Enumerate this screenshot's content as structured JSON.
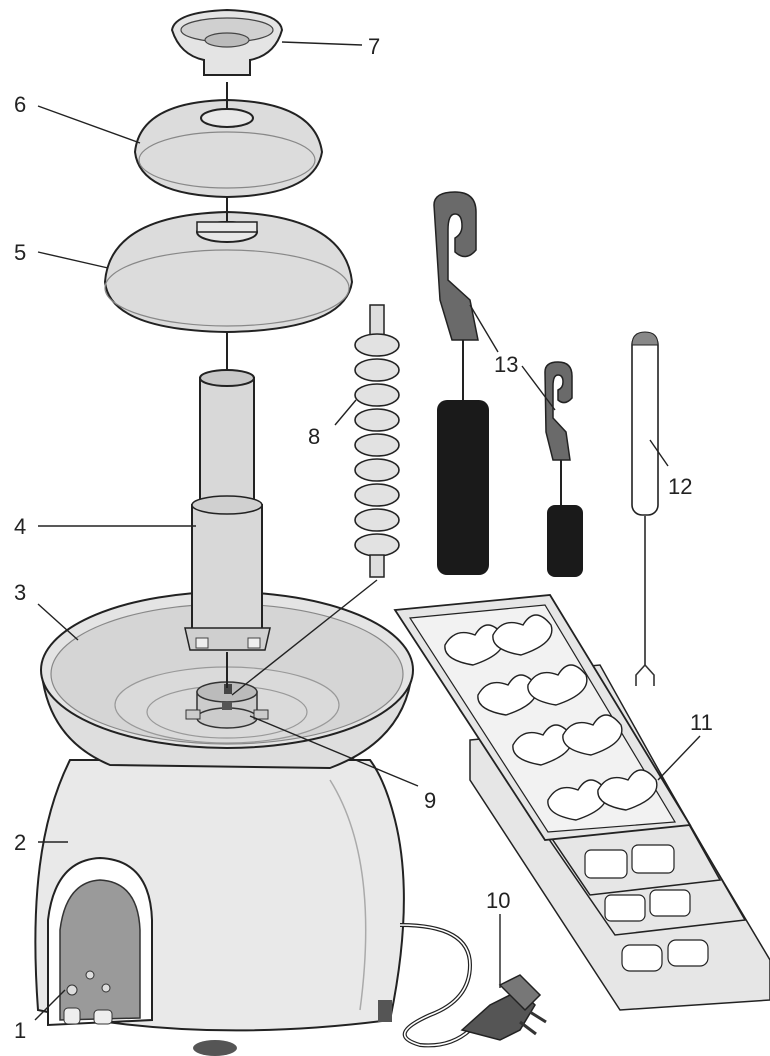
{
  "labels": {
    "l1": "1",
    "l2": "2",
    "l3": "3",
    "l4": "4",
    "l5": "5",
    "l6": "6",
    "l7": "7",
    "l8": "8",
    "l9": "9",
    "l10": "10",
    "l11": "11",
    "l12": "12",
    "l13": "13"
  },
  "colors": {
    "body": "#e9e9e9",
    "bowl": "#dedede",
    "tower": "#d8d8d8",
    "panel": "#9a9a9a",
    "dark_grey": "#6a6a6a",
    "brush_black": "#1a1a1a",
    "tray": "#e6e6e6",
    "ink": "#222222"
  }
}
